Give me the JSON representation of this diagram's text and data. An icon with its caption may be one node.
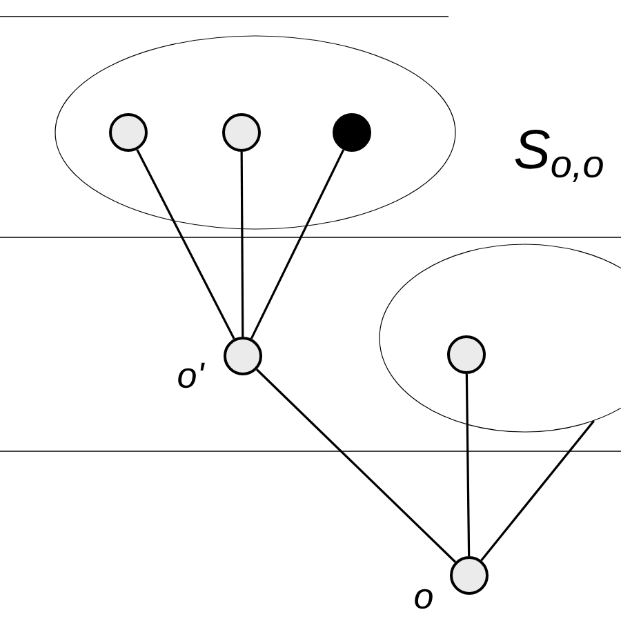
{
  "diagram": {
    "nodes": [
      {
        "text": [],
        "shape": "ellipse"
      },
      {
        "text": [],
        "shape": "circle",
        "in": 0
      },
      {
        "text": [],
        "shape": "circle",
        "in": 0
      },
      {
        "text": [],
        "shape": "dot",
        "in": 0
      },
      {
        "text": [],
        "shape": "circle",
        "beside": [
          "o'"
        ]
      },
      {
        "text": [],
        "shape": "ellipse"
      },
      {
        "text": [],
        "shape": "circle",
        "in": 5
      },
      {
        "text": [],
        "shape": "circle",
        "beside": [
          "o"
        ]
      }
    ],
    "edges": [
      {
        "from": 1,
        "to": 4,
        "arrow": "none"
      },
      {
        "from": 2,
        "to": 4,
        "arrow": "none"
      },
      {
        "from": 3,
        "to": 4,
        "arrow": "none"
      },
      {
        "from": 4,
        "to": 7,
        "arrow": "none"
      },
      {
        "from": 6,
        "to": 7,
        "arrow": "none"
      },
      {
        "from": 7,
        "to": 5,
        "arrow": "none"
      }
    ],
    "labels": [
      "S$_{o,o}$"
    ]
  }
}
